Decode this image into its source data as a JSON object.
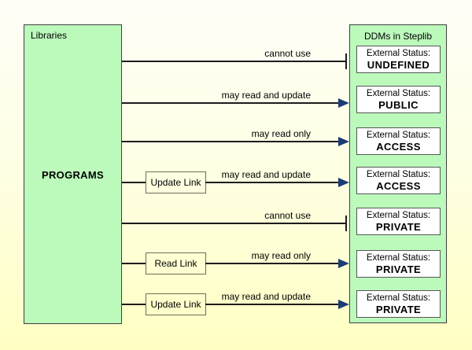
{
  "left_box": {
    "title": "Libraries",
    "label": "PROGRAMS"
  },
  "right_box": {
    "title": "DDMs in Steplib"
  },
  "rows": [
    {
      "relation": "cannot use",
      "link": "",
      "ending": "blocked",
      "status_prefix": "External Status:",
      "status_value": "UNDEFINED"
    },
    {
      "relation": "may read and update",
      "link": "",
      "ending": "arrow",
      "status_prefix": "External Status:",
      "status_value": "PUBLIC"
    },
    {
      "relation": "may read only",
      "link": "",
      "ending": "arrow",
      "status_prefix": "External Status:",
      "status_value": "ACCESS"
    },
    {
      "relation": "may read and update",
      "link": "Update Link",
      "ending": "arrow",
      "status_prefix": "External Status:",
      "status_value": "ACCESS"
    },
    {
      "relation": "cannot use",
      "link": "",
      "ending": "blocked",
      "status_prefix": "External Status:",
      "status_value": "PRIVATE"
    },
    {
      "relation": "may read only",
      "link": "Read Link",
      "ending": "arrow",
      "status_prefix": "External Status:",
      "status_value": "PRIVATE"
    },
    {
      "relation": "may read and update",
      "link": "Update Link",
      "ending": "arrow",
      "status_prefix": "External Status:",
      "status_value": "PRIVATE"
    }
  ],
  "colors": {
    "background_top": "#fffef7",
    "background_bottom": "#ffffc3",
    "box_fill": "#bcfabc",
    "box_border": "#3f3f3f",
    "status_fill": "#ffffff",
    "status_border": "#565656",
    "link_border": "#6e6e52",
    "line": "#1c1c1c",
    "arrow": "#1b3b75"
  }
}
